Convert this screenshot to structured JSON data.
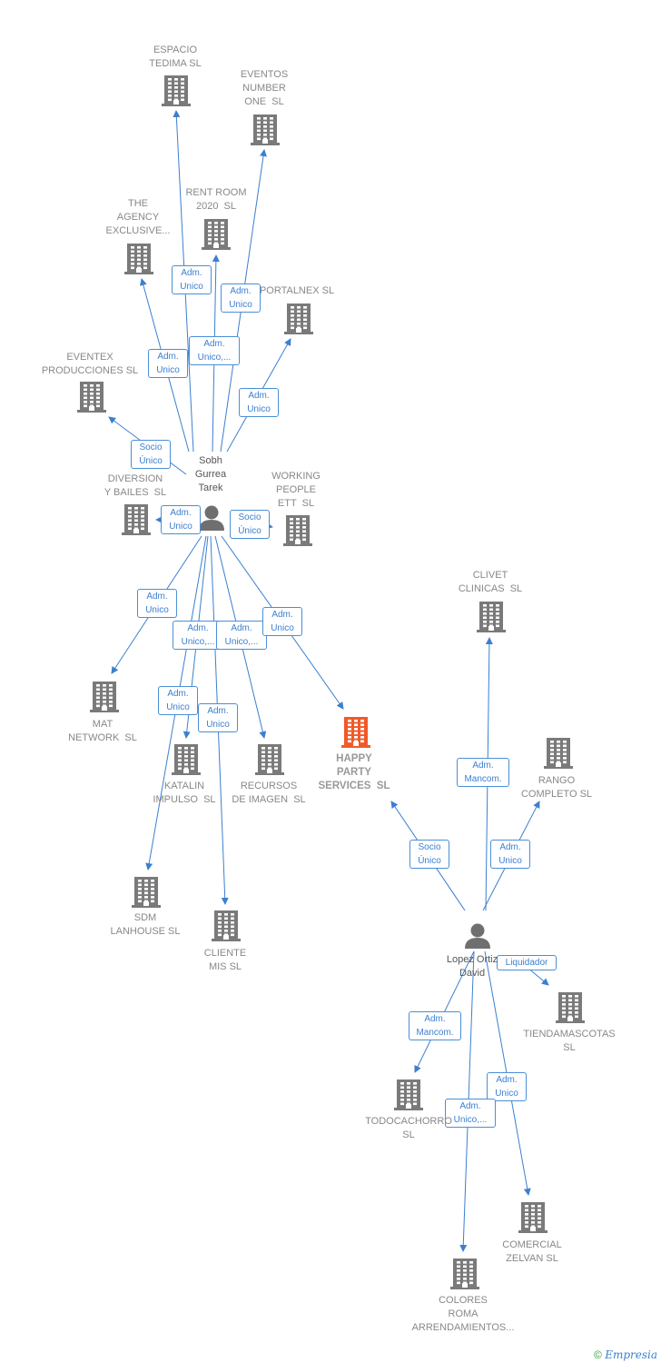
{
  "colors": {
    "edge": "#3b7fd0",
    "building": "#7a7a7a",
    "building_highlight": "#f05a28",
    "person": "#6f6f6f"
  },
  "companies": [
    {
      "id": "espacio",
      "name": "ESPACIO\nTEDIMA SL",
      "highlight": false
    },
    {
      "id": "eventos",
      "name": "EVENTOS\nNUMBER\nONE  SL",
      "highlight": false
    },
    {
      "id": "rentroom",
      "name": "RENT ROOM\n2020  SL",
      "highlight": false
    },
    {
      "id": "agency",
      "name": "THE\nAGENCY\nEXCLUSIVE...",
      "highlight": false
    },
    {
      "id": "portalnex",
      "name": "PORTALNEX SL",
      "highlight": false
    },
    {
      "id": "eventex",
      "name": "EVENTEX\nPRODUCCIONES SL",
      "highlight": false
    },
    {
      "id": "diversion",
      "name": "DIVERSION\nY BAILES  SL",
      "highlight": false
    },
    {
      "id": "working",
      "name": "WORKING\nPEOPLE\nETT  SL",
      "highlight": false
    },
    {
      "id": "clivet",
      "name": "CLIVET\nCLINICAS  SL",
      "highlight": false
    },
    {
      "id": "mat",
      "name": "MAT\nNETWORK  SL",
      "highlight": false
    },
    {
      "id": "happy",
      "name": "HAPPY\nPARTY\nSERVICES  SL",
      "highlight": true
    },
    {
      "id": "katalin",
      "name": "KATALIN\nIMPULSO  SL",
      "highlight": false
    },
    {
      "id": "recursos",
      "name": "RECURSOS\nDE IMAGEN  SL",
      "highlight": false
    },
    {
      "id": "rango",
      "name": "RANGO\nCOMPLETO SL",
      "highlight": false
    },
    {
      "id": "sdm",
      "name": "SDM\nLANHOUSE SL",
      "highlight": false
    },
    {
      "id": "cliente",
      "name": "CLIENTE\nMIS SL",
      "highlight": false
    },
    {
      "id": "tiendamascotas",
      "name": "TIENDAMASCOTAS\nSL",
      "highlight": false
    },
    {
      "id": "todocachorro",
      "name": "TODOCACHORRO\nSL",
      "highlight": false
    },
    {
      "id": "comercial",
      "name": "COMERCIAL\nZELVAN SL",
      "highlight": false
    },
    {
      "id": "colores",
      "name": "COLORES\nROMA\nARRENDAMIENTOS...",
      "highlight": false
    }
  ],
  "persons": [
    {
      "id": "sobh",
      "name": "Sobh\nGurrea\nTarek"
    },
    {
      "id": "lopez",
      "name": "Lopez Ortiz\nDavid"
    }
  ],
  "relations": [
    {
      "from": "sobh",
      "to": "espacio",
      "label": "Adm.\nUnico"
    },
    {
      "from": "sobh",
      "to": "eventos",
      "label": "Adm.\nUnico"
    },
    {
      "from": "sobh",
      "to": "rentroom",
      "label": "Adm.\nUnico,..."
    },
    {
      "from": "sobh",
      "to": "agency",
      "label": "Adm.\nUnico"
    },
    {
      "from": "sobh",
      "to": "portalnex",
      "label": "Adm.\nUnico"
    },
    {
      "from": "sobh",
      "to": "eventex",
      "label": "Socio\nÚnico"
    },
    {
      "from": "sobh",
      "to": "diversion",
      "label": "Adm.\nUnico"
    },
    {
      "from": "sobh",
      "to": "working",
      "label": "Socio\nÚnico"
    },
    {
      "from": "sobh",
      "to": "mat",
      "label": "Adm.\nUnico"
    },
    {
      "from": "sobh",
      "to": "katalin",
      "label": "Adm.\nUnico,..."
    },
    {
      "from": "sobh",
      "to": "recursos",
      "label": "Adm.\nUnico,..."
    },
    {
      "from": "sobh",
      "to": "happy",
      "label": "Adm.\nUnico"
    },
    {
      "from": "sobh",
      "to": "sdm",
      "label": "Adm.\nUnico"
    },
    {
      "from": "sobh",
      "to": "cliente",
      "label": "Adm.\nUnico"
    },
    {
      "from": "lopez",
      "to": "happy",
      "label": "Socio\nÚnico"
    },
    {
      "from": "lopez",
      "to": "clivet",
      "label": "Adm.\nMancom."
    },
    {
      "from": "lopez",
      "to": "rango",
      "label": "Adm.\nUnico"
    },
    {
      "from": "lopez",
      "to": "tiendamascotas",
      "label": "Liquidador"
    },
    {
      "from": "lopez",
      "to": "todocachorro",
      "label": "Adm.\nMancom."
    },
    {
      "from": "lopez",
      "to": "comercial",
      "label": "Adm.\nUnico"
    },
    {
      "from": "lopez",
      "to": "colores",
      "label": "Adm.\nUnico,..."
    }
  ],
  "footer": {
    "copyright": "©",
    "brand": "Empresia"
  }
}
